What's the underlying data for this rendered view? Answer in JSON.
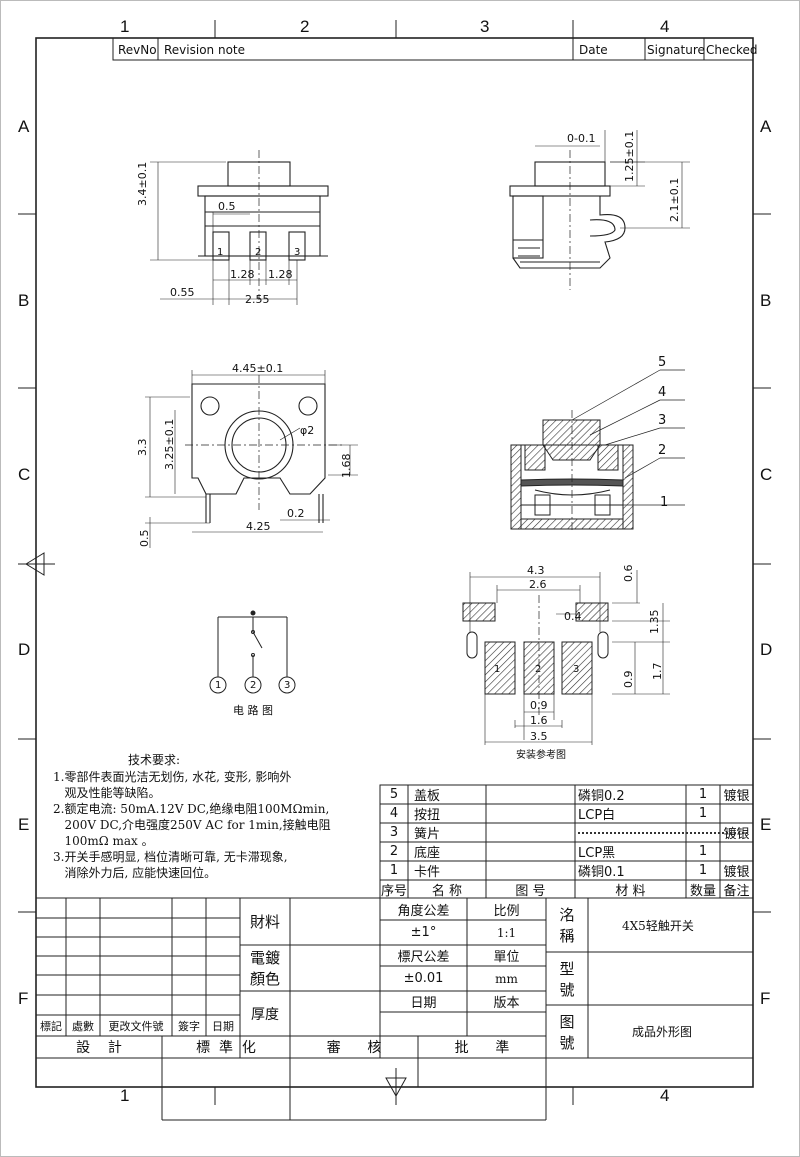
{
  "zones": {
    "cols": [
      "1",
      "2",
      "3",
      "4"
    ],
    "rows": [
      "A",
      "B",
      "C",
      "D",
      "E",
      "F"
    ]
  },
  "revision_header": {
    "revno": "RevNo",
    "note": "Revision note",
    "date": "Date",
    "signature": "Signature",
    "checked": "Checked"
  },
  "dims": {
    "top_height": "3.4±0.1",
    "top_05": "0.5",
    "top_128a": "1.28",
    "top_128b": "1.28",
    "top_055": "0.55",
    "top_255": "2.55",
    "pin1": "1",
    "pin2": "2",
    "pin3": "3",
    "side_001": "0-0.1",
    "side_125": "1.25±0.1",
    "side_21": "2.1±0.1",
    "plan_width": "4.45±0.1",
    "plan_33": "3.3",
    "plan_325": "3.25±0.1",
    "plan_phi2": "φ2",
    "plan_168": "1.68",
    "plan_02": "0.2",
    "plan_425": "4.25",
    "plan_05": "0.5",
    "sec_5": "5",
    "sec_4": "4",
    "sec_3": "3",
    "sec_2": "2",
    "sec_1": "1",
    "pcb_43": "4.3",
    "pcb_26": "2.6",
    "pcb_06": "0.6",
    "pcb_04": "0.4",
    "pcb_135": "1.35",
    "pcb_17": "1.7",
    "pcb_09v": "0.9",
    "pcb_09": "0.9",
    "pcb_16": "1.6",
    "pcb_35": "3.5"
  },
  "circuit_label": "电 路 图",
  "install_label": "安装参考图",
  "notes": {
    "title": "技术要求:",
    "lines": [
      "1.零部件表面光洁无划伤, 水花, 变形, 影响外",
      "   观及性能等缺陷。",
      "2.额定电流: 50mA.12V DC,绝缘电阻100MΩmin,",
      "   200V DC,介电强度250V AC for 1min,接触电阻",
      "   100mΩ max 。",
      "3.开关手感明显, 档位清晰可靠, 无卡滞现象,",
      "   消除外力后, 应能快速回位。"
    ]
  },
  "bom": {
    "rows": [
      {
        "no": "5",
        "name": "盖板",
        "material": "磷铜0.2",
        "qty": "1",
        "note": "镀银"
      },
      {
        "no": "4",
        "name": "按扭",
        "material": "LCP白",
        "qty": "1",
        "note": ""
      },
      {
        "no": "3",
        "name": "簧片",
        "material": "",
        "qty": "",
        "note": "镀银"
      },
      {
        "no": "2",
        "name": "底座",
        "material": "LCP黑",
        "qty": "1",
        "note": ""
      },
      {
        "no": "1",
        "name": "卡件",
        "material": "磷铜0.1",
        "qty": "1",
        "note": "镀银"
      }
    ],
    "header": {
      "no": "序号",
      "name": "名  称",
      "drawing": "图    号",
      "material": "材    料",
      "qty": "数量",
      "note": "备注"
    }
  },
  "title_block": {
    "material_label": "財料",
    "plating_label": "電鍍\n顏色",
    "plating_l1": "電鍍",
    "plating_l2": "顏色",
    "thickness_label": "厚度",
    "angle_tol": "角度公差",
    "angle_val": "±1°",
    "scale": "比例",
    "scale_val": "1:1",
    "dim_tol": "標尺公差",
    "dim_val": "±0.01",
    "unit": "單位",
    "unit_val": "mm",
    "date": "日期",
    "version": "版本",
    "name_l1": "洺",
    "name_l2": "稱",
    "name_val": "4X5轻触开关",
    "model_l1": "型",
    "model_l2": "號",
    "drawing_l1": "图",
    "drawing_l2": "號",
    "drawing_val": "成品外形图",
    "rev_cols": [
      "標記",
      "處數",
      "更改文件號",
      "簽字",
      "日期"
    ],
    "sign": {
      "design": "設    計",
      "standard": "標  準  化",
      "review": "審      核",
      "approve": "批      準"
    }
  }
}
